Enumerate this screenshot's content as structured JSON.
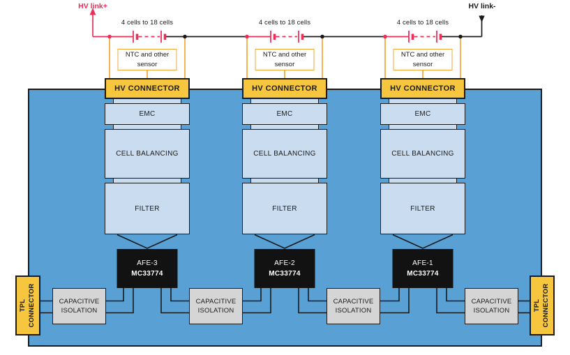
{
  "top": {
    "hv_link_plus": "HV link+",
    "hv_link_minus": "HV link-"
  },
  "colors": {
    "board_blue": "#59A0D5",
    "module_light_blue": "#CADCF0",
    "connector_yellow": "#F6C73E",
    "wire_orange": "#F2A738",
    "cell_red": "#E93059",
    "isolation_gray": "#D5D5D5",
    "afe_black": "#121212",
    "outline_black": "#1A1A1A"
  },
  "chains": [
    {
      "cells_label": "4 cells to 18 cells",
      "ntc_label": "NTC and other sensor",
      "hv_connector_label": "HV CONNECTOR",
      "emc_label": "EMC",
      "cell_balancing_label": "CELL BALANCING",
      "filter_label": "FILTER",
      "afe_name": "AFE-3",
      "afe_part": "MC33774"
    },
    {
      "cells_label": "4 cells to 18 cells",
      "ntc_label": "NTC and other sensor",
      "hv_connector_label": "HV CONNECTOR",
      "emc_label": "EMC",
      "cell_balancing_label": "CELL BALANCING",
      "filter_label": "FILTER",
      "afe_name": "AFE-2",
      "afe_part": "MC33774"
    },
    {
      "cells_label": "4 cells to 18 cells",
      "ntc_label": "NTC and other sensor",
      "hv_connector_label": "HV CONNECTOR",
      "emc_label": "EMC",
      "cell_balancing_label": "CELL BALANCING",
      "filter_label": "FILTER",
      "afe_name": "AFE-1",
      "afe_part": "MC33774"
    }
  ],
  "isolation_boxes": [
    {
      "label": "CAPACITIVE ISOLATION"
    },
    {
      "label": "CAPACITIVE ISOLATION"
    },
    {
      "label": "CAPACITIVE ISOLATION"
    },
    {
      "label": "CAPACITIVE ISOLATION"
    }
  ],
  "tpl_connectors": [
    {
      "label": "TPL CONNECTOR"
    },
    {
      "label": "TPL CONNECTOR"
    }
  ]
}
